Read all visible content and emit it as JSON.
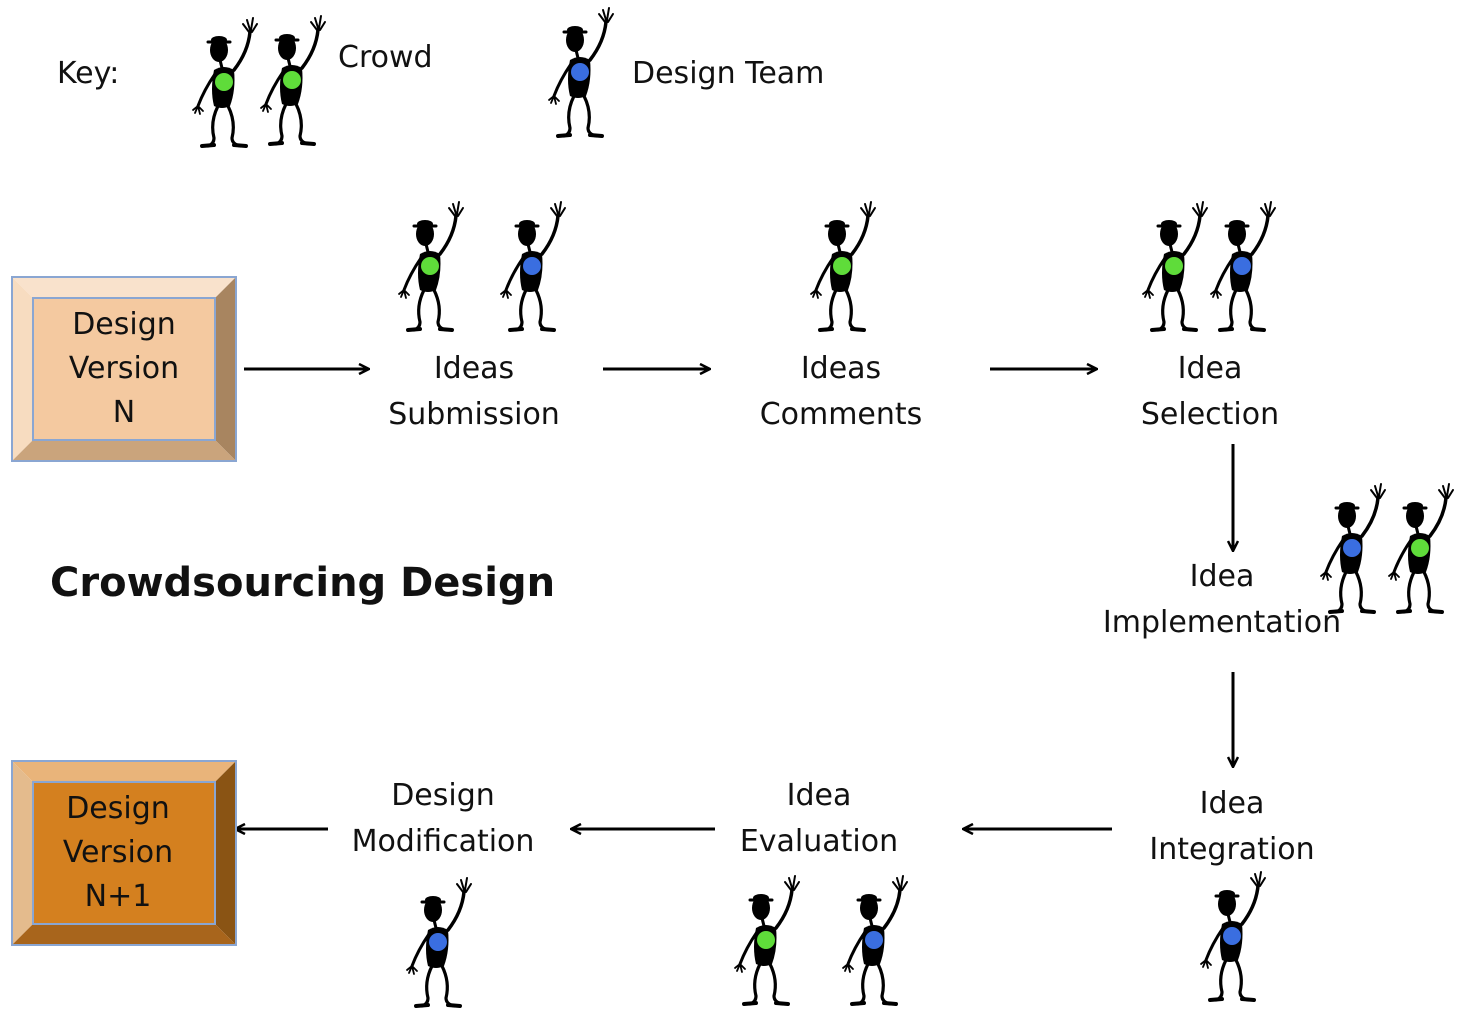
{
  "key": {
    "label": "Key:",
    "crowd_label": "Crowd",
    "team_label": "Design Team"
  },
  "title": "Crowdsourcing Design",
  "boxes": {
    "start": [
      "Design",
      "Version",
      "N"
    ],
    "end": [
      "Design",
      "Version",
      "N+1"
    ]
  },
  "steps": {
    "submission": [
      "Ideas",
      "Submission"
    ],
    "comments": [
      "Ideas",
      "Comments"
    ],
    "selection": [
      "Idea",
      "Selection"
    ],
    "implementation": [
      "Idea",
      "Implementation"
    ],
    "integration": [
      "Idea",
      "Integration"
    ],
    "evaluation": [
      "Idea",
      "Evaluation"
    ],
    "modification": [
      "Design",
      "Modification"
    ]
  },
  "colors": {
    "crowd": "#5fdc3a",
    "team": "#3a6ee0",
    "start_box": "#f4c9a0",
    "end_box": "#d4801f",
    "box_border": "#7f9fd0"
  },
  "icons": {
    "crowd_member": "waving-stick-figure-green-icon",
    "team_member": "waving-stick-figure-blue-icon"
  }
}
